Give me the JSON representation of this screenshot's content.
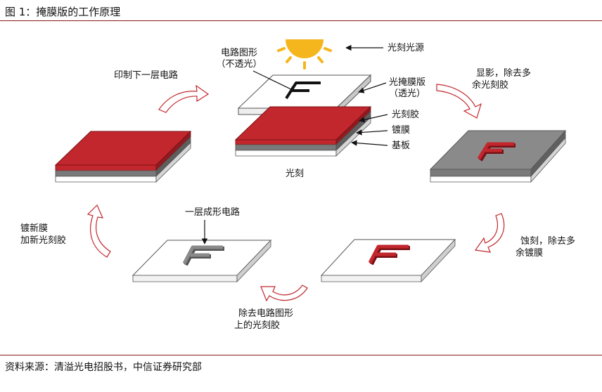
{
  "figure": {
    "title": "图 1：掩膜版的工作原理",
    "source": "资料来源：清溢光电招股书，中信证券研究部"
  },
  "labels": {
    "light_source": "光刻光源",
    "circuit_pattern": [
      "电路图形",
      "（不透光）"
    ],
    "photomask": [
      "光掩膜版",
      "（透光）"
    ],
    "photoresist": "光刻胶",
    "film": "镀膜",
    "substrate": "基板",
    "exposure": "光刻",
    "develop": [
      "显影，除去多",
      "余光刻胶"
    ],
    "etch": [
      "蚀刻，除去多",
      "余镀膜"
    ],
    "strip": [
      "除去电路图形",
      "上的光刻胶"
    ],
    "one_layer": "一层成形电路",
    "recoat": [
      "镀新膜",
      "加新光刻胶"
    ],
    "print_next": "印制下一层电路"
  },
  "pattern_letter": "F",
  "colors": {
    "accent": "#c1272d",
    "rule": "#8b1a1a",
    "film_gray": "#7a7a7a",
    "sun": "#f5b51c"
  }
}
